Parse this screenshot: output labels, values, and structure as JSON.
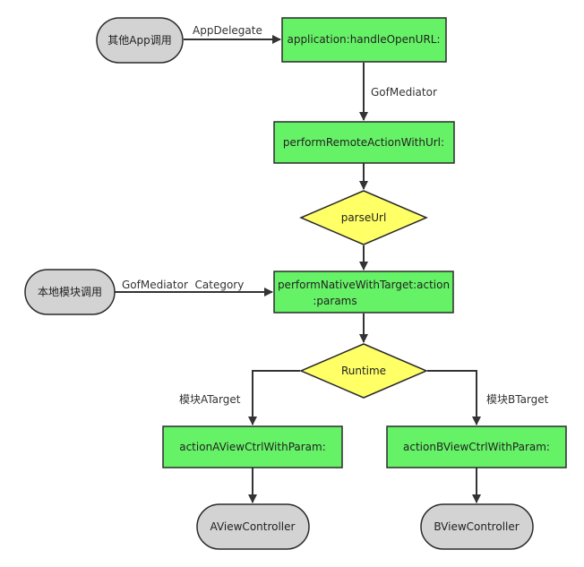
{
  "colors": {
    "process_fill": "#66f266",
    "decision_fill": "#ffff66",
    "terminal_fill": "#d3d3d3",
    "stroke": "#2a2a2a",
    "line": "#333333"
  },
  "nodes": {
    "external_app_call": "其他App调用",
    "handle_open_url": "application:handleOpenURL:",
    "perform_remote": "performRemoteActionWithUrl:",
    "parse_url": "parseUrl",
    "local_module_call": "本地模块调用",
    "perform_native_line1": "performNativeWithTarget:action",
    "perform_native_line2": ":params",
    "runtime": "Runtime",
    "action_a": "actionAViewCtrlWithParam:",
    "action_b": "actionBViewCtrlWithParam:",
    "a_view_controller": "AViewController",
    "b_view_controller": "BViewController"
  },
  "edges": {
    "app_delegate": "AppDelegate",
    "gof_mediator": "GofMediator",
    "gof_mediator_category": "GofMediator  Category",
    "module_a_target": "模块ATarget",
    "module_b_target": "模块BTarget"
  }
}
